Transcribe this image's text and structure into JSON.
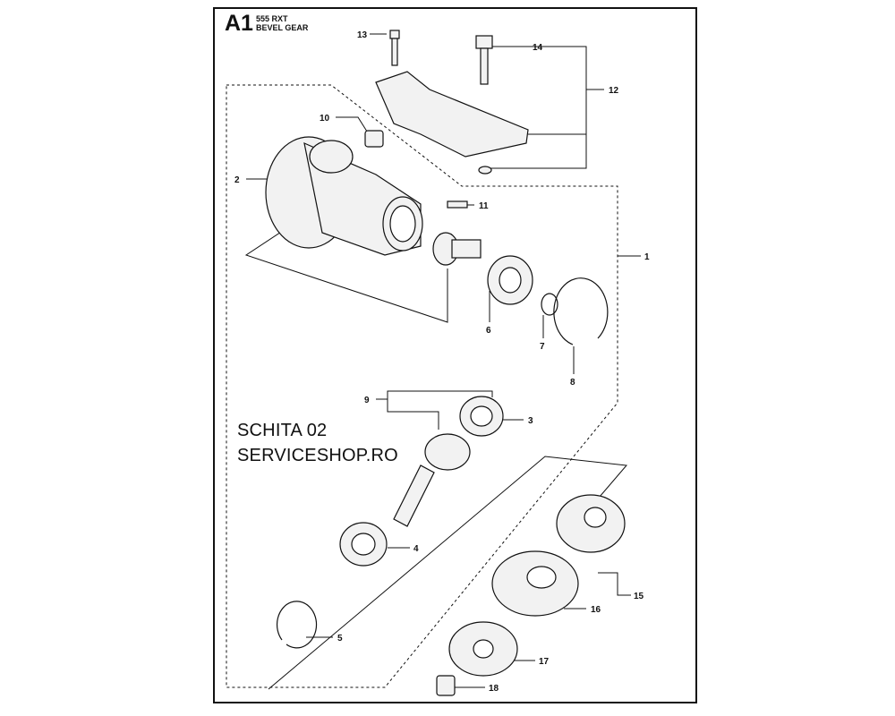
{
  "header": {
    "code": "A1",
    "model": "555 RXT",
    "section": "BEVEL GEAR"
  },
  "watermark": {
    "line1": "SCHITA 02",
    "line2": "SERVICESHOP.RO"
  },
  "callouts": [
    "1",
    "2",
    "3",
    "4",
    "5",
    "6",
    "7",
    "8",
    "9",
    "10",
    "11",
    "12",
    "13",
    "14",
    "15",
    "16",
    "17",
    "18"
  ],
  "colors": {
    "line": "#111111",
    "part_fill": "#f2f2f2",
    "part_shade": "#cfcfcf"
  }
}
